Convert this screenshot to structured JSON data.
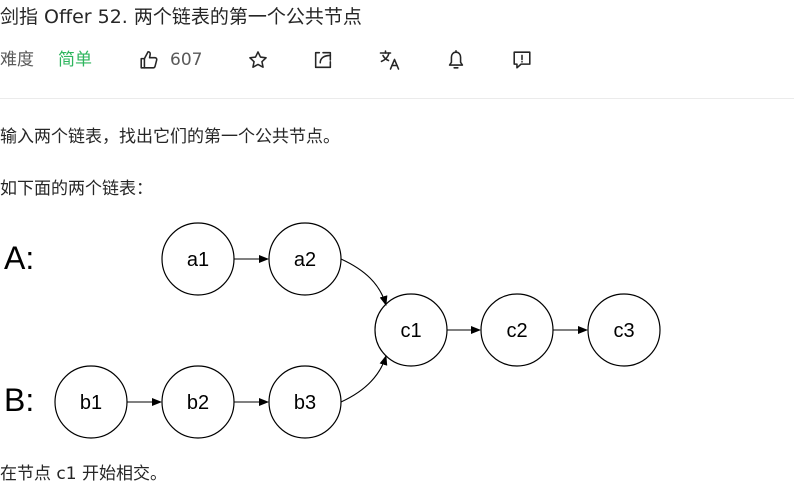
{
  "problem": {
    "title": "剑指 Offer 52. 两个链表的第一个公共节点"
  },
  "meta": {
    "difficulty_label": "难度",
    "difficulty_value": "简单",
    "difficulty_color": "#2db55d",
    "like_count": "607",
    "icons": [
      "thumbs-up-icon",
      "star-icon",
      "share-icon",
      "translate-icon",
      "bell-icon",
      "feedback-icon"
    ]
  },
  "content": {
    "intro": "输入两个链表，找出它们的第一个公共节点。",
    "example_intro": "如下面的两个链表：",
    "conclusion": "在节点 c1 开始相交。"
  },
  "diagram": {
    "list_a_label": "A:",
    "list_b_label": "B:",
    "nodes": {
      "a1": "a1",
      "a2": "a2",
      "b1": "b1",
      "b2": "b2",
      "b3": "b3",
      "c1": "c1",
      "c2": "c2",
      "c3": "c3"
    }
  }
}
